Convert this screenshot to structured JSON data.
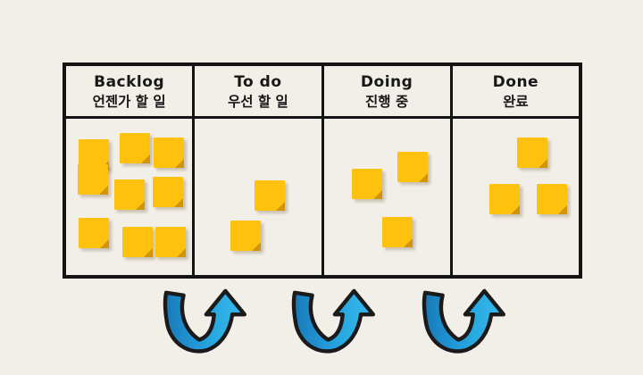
{
  "board": {
    "type": "kanban",
    "background_color": "#F2EFE9",
    "line_color": "#141414",
    "columns": [
      {
        "title": "Backlog",
        "subtitle": "언젠가 할 일",
        "card_count": 9
      },
      {
        "title": "To do",
        "subtitle": "우선 할 일",
        "card_count": 2
      },
      {
        "title": "Doing",
        "subtitle": "진행 중",
        "card_count": 3
      },
      {
        "title": "Done",
        "subtitle": "완료",
        "card_count": 3
      }
    ]
  },
  "sticky_note": {
    "fill_color": "#FEC20E",
    "fold_color": "#D0940A"
  },
  "flow_arrows": {
    "count": 3,
    "shape": "u-curve-up",
    "fill_color": "#29ABE2",
    "outline_color": "#1A1A1A"
  }
}
